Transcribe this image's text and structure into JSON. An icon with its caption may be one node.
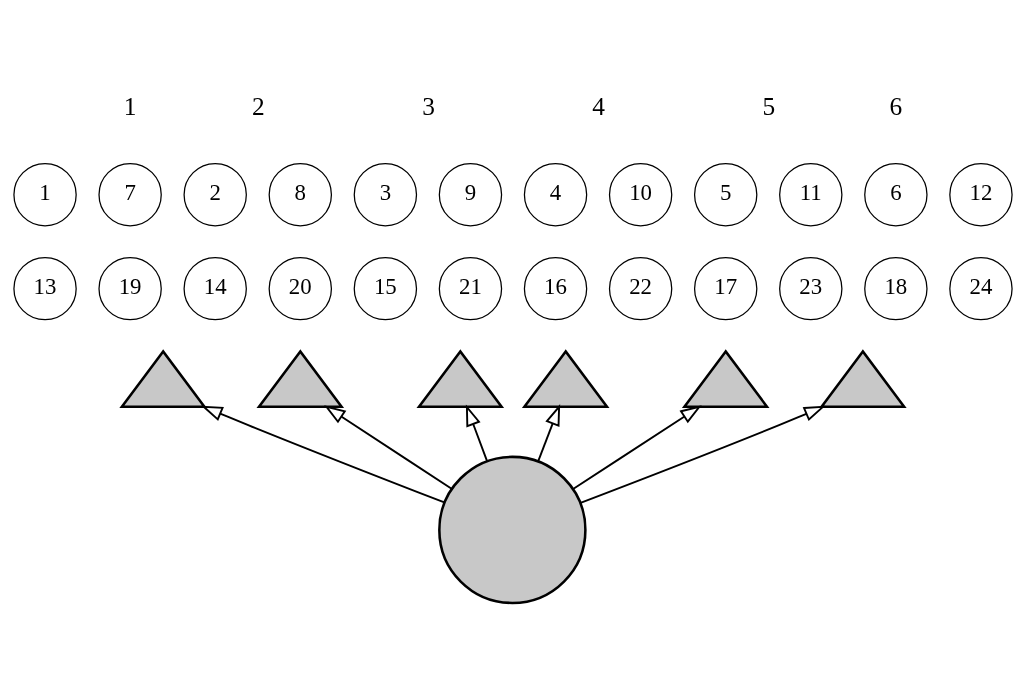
{
  "diagram": {
    "nodes": [
      {
        "text": [
          "1"
        ]
      },
      {
        "text": [
          "7"
        ]
      },
      {
        "text": [
          "2"
        ]
      },
      {
        "text": [
          "8"
        ]
      },
      {
        "text": [
          "3"
        ]
      },
      {
        "text": [
          "9"
        ]
      },
      {
        "text": [
          "4"
        ]
      },
      {
        "text": [
          "10"
        ]
      },
      {
        "text": [
          "5"
        ]
      },
      {
        "text": [
          "11"
        ]
      },
      {
        "text": [
          "6"
        ]
      },
      {
        "text": [
          "12"
        ]
      },
      {
        "text": [
          "13"
        ]
      },
      {
        "text": [
          "19"
        ]
      },
      {
        "text": [
          "14"
        ]
      },
      {
        "text": [
          "20"
        ]
      },
      {
        "text": [
          "15"
        ]
      },
      {
        "text": [
          "21"
        ]
      },
      {
        "text": [
          "16"
        ]
      },
      {
        "text": [
          "22"
        ]
      },
      {
        "text": [
          "17"
        ]
      },
      {
        "text": [
          "23"
        ]
      },
      {
        "text": [
          "18"
        ]
      },
      {
        "text": [
          "24"
        ]
      },
      {
        "text": [],
        "shape": "sector"
      },
      {
        "text": [],
        "shape": "sector"
      },
      {
        "text": [],
        "shape": "sector"
      },
      {
        "text": [],
        "shape": "sector"
      },
      {
        "text": [],
        "shape": "sector"
      },
      {
        "text": [],
        "shape": "sector"
      },
      {
        "text": [],
        "shape": "circle"
      }
    ],
    "edges": [
      {
        "from": 30,
        "to": 24,
        "arrow": "to"
      },
      {
        "from": 30,
        "to": 25,
        "arrow": "to"
      },
      {
        "from": 30,
        "to": 26,
        "arrow": "to"
      },
      {
        "from": 30,
        "to": 27,
        "arrow": "to"
      },
      {
        "from": 30,
        "to": 28,
        "arrow": "to"
      },
      {
        "from": 30,
        "to": 29,
        "arrow": "to"
      }
    ],
    "labels": [
      "1",
      "2",
      "3",
      "4",
      "5",
      "6"
    ]
  }
}
